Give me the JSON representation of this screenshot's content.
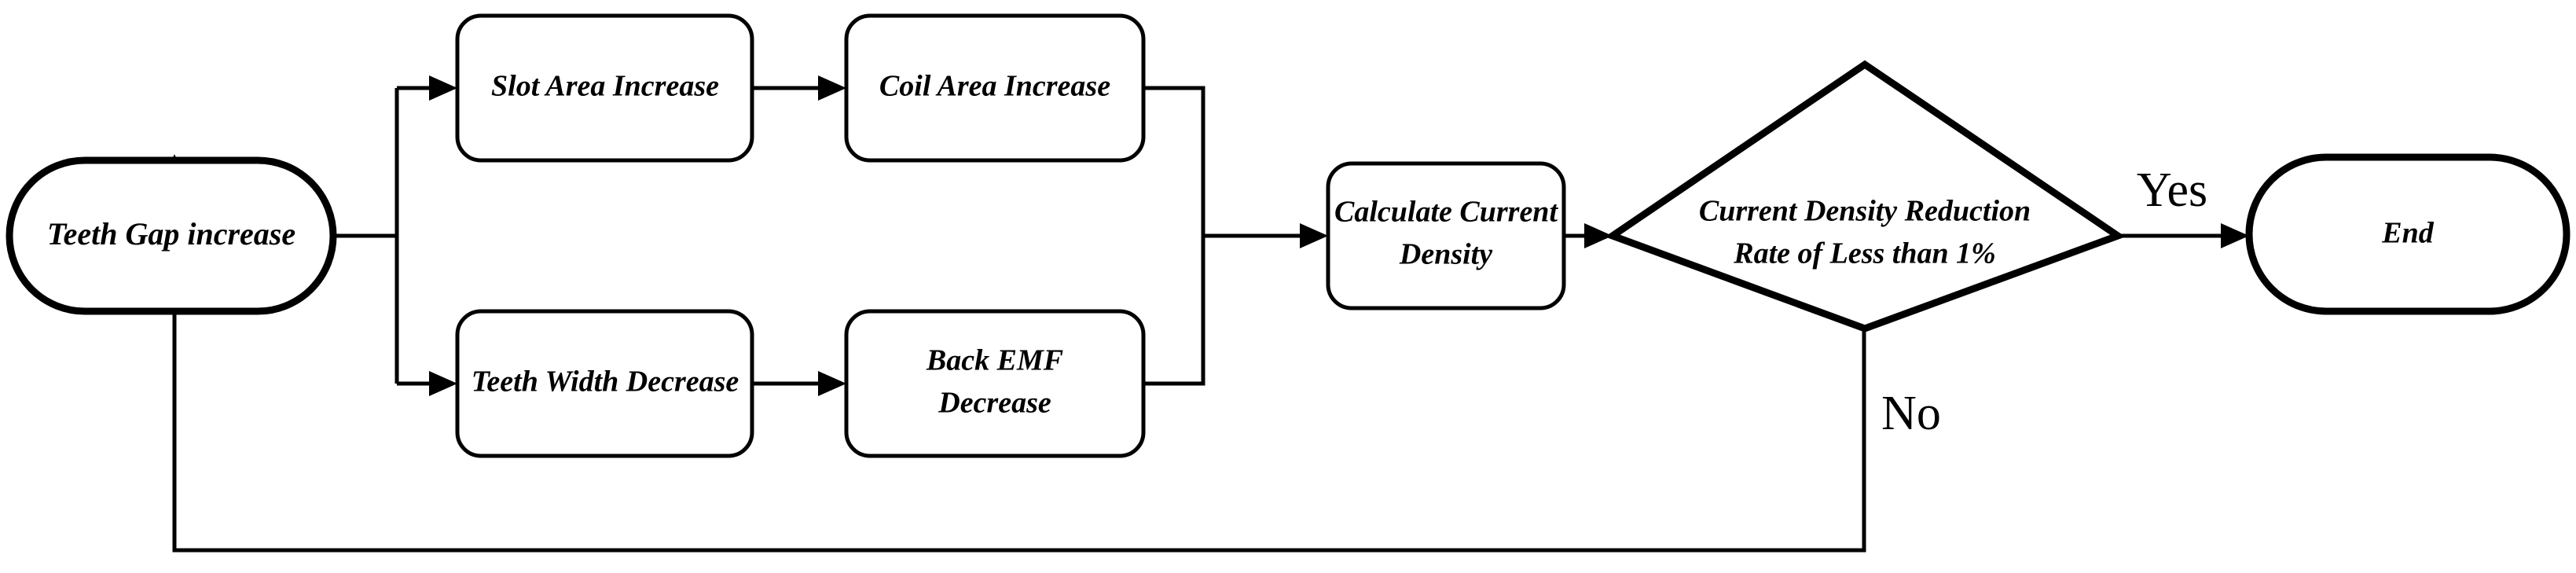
{
  "diagram": {
    "type": "flowchart",
    "title": "",
    "orientation": "left-to-right",
    "background_color": "#ffffff",
    "line_color": "#000000",
    "nodes": {
      "start": {
        "label": "Teeth Gap increase",
        "shape": "stadium",
        "role": "start-terminal"
      },
      "slot_area": {
        "label": "Slot Area Increase",
        "shape": "rounded-rectangle",
        "role": "process"
      },
      "coil_area": {
        "label": "Coil Area Increase",
        "shape": "rounded-rectangle",
        "role": "process"
      },
      "teeth_width": {
        "label": "Teeth Width Decrease",
        "shape": "rounded-rectangle",
        "role": "process"
      },
      "back_emf": {
        "label_line1": "Back EMF",
        "label_line2": "Decrease",
        "shape": "rounded-rectangle",
        "role": "process"
      },
      "calculate": {
        "label_line1": "Calculate Current",
        "label_line2": "Density",
        "shape": "rounded-rectangle",
        "role": "process"
      },
      "decision": {
        "label_line1": "Current Density Reduction",
        "label_line2": "Rate of Less than 1%",
        "shape": "diamond",
        "role": "decision"
      },
      "end": {
        "label": "End",
        "shape": "stadium",
        "role": "end-terminal"
      }
    },
    "edge_labels": {
      "yes": "Yes",
      "no": "No"
    },
    "edges": [
      {
        "from": "start",
        "to": "slot_area",
        "label": ""
      },
      {
        "from": "start",
        "to": "teeth_width",
        "label": ""
      },
      {
        "from": "slot_area",
        "to": "coil_area",
        "label": ""
      },
      {
        "from": "teeth_width",
        "to": "back_emf",
        "label": ""
      },
      {
        "from": "coil_area",
        "to": "calculate",
        "label": ""
      },
      {
        "from": "back_emf",
        "to": "calculate",
        "label": ""
      },
      {
        "from": "calculate",
        "to": "decision",
        "label": ""
      },
      {
        "from": "decision",
        "to": "end",
        "label": "Yes"
      },
      {
        "from": "decision",
        "to": "start",
        "label": "No"
      }
    ]
  }
}
